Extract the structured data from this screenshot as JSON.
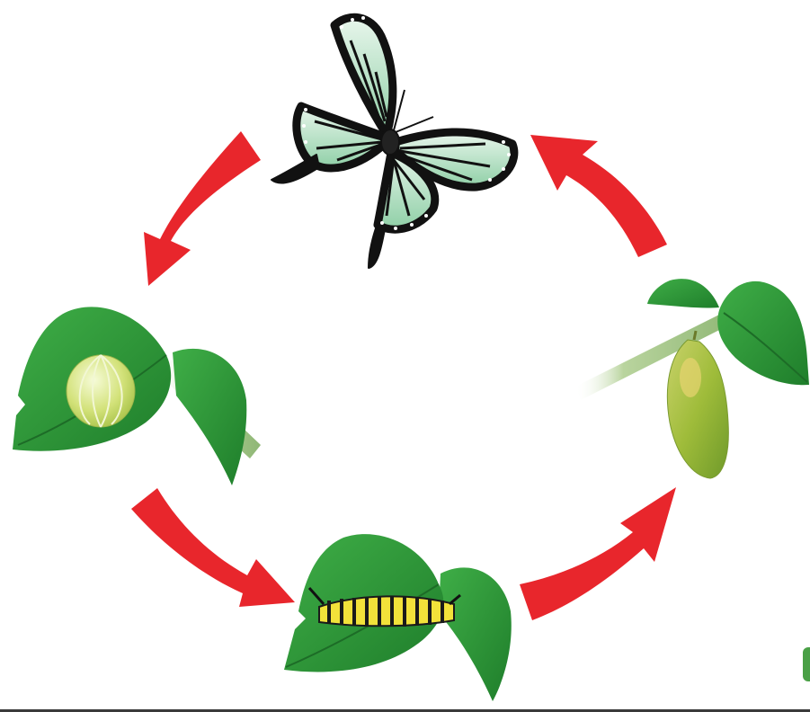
{
  "diagram": {
    "stages": [
      {
        "id": "adult",
        "icon": "butterfly-icon"
      },
      {
        "id": "egg",
        "icon": "egg-on-leaf-icon"
      },
      {
        "id": "larva",
        "icon": "caterpillar-on-leaf-icon"
      },
      {
        "id": "pupa",
        "icon": "chrysalis-on-leaf-icon"
      }
    ],
    "cycle_order": [
      "adult",
      "egg",
      "larva",
      "pupa",
      "adult"
    ],
    "colors": {
      "arrow": "#e8262c",
      "leaf": "#2f9a3a",
      "leaf_dark": "#1e7a2a",
      "egg": "#d8e88a",
      "butterfly_wing": "#bfe3cc",
      "butterfly_outline": "#111111",
      "caterpillar_yellow": "#f2e23a",
      "chrysalis": "#a8c23c",
      "stem": "#a6c98a",
      "bottom_rule": "#3a3a3a",
      "corner_tab": "#4aa046"
    }
  }
}
